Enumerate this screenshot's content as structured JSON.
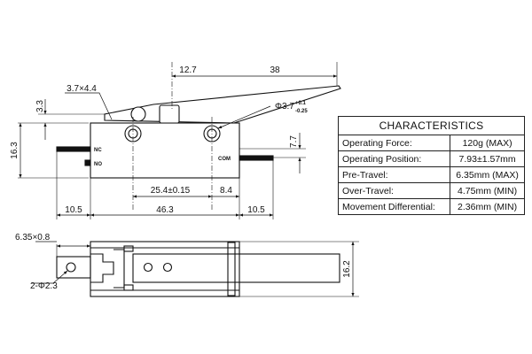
{
  "side_view": {
    "dims": {
      "lever_pivot_offset": "12.7",
      "lever_length": "38",
      "pin_hole": "3.7×4.4",
      "lever_height": "3.3",
      "body_height": "16.3",
      "mount_hole_dia": "Φ3.7",
      "mount_hole_tol_plus": "+0.1",
      "mount_hole_tol_minus": "-0.25",
      "com_offset": "7.7",
      "hole_spacing": "25.4±0.15",
      "hole_edge": "8.4",
      "terminal_left": "10.5",
      "body_length": "46.3",
      "terminal_right": "10.5"
    },
    "labels": {
      "nc": "NC",
      "no": "NO",
      "com": "COM"
    }
  },
  "top_view": {
    "dims": {
      "terminal_size": "6.35×0.8",
      "terminal_holes": "2-Φ2.3",
      "width": "16.2"
    }
  },
  "characteristics": {
    "title": "CHARACTERISTICS",
    "rows": [
      {
        "label": "Operating Force:",
        "value": "120g (MAX)"
      },
      {
        "label": "Operating Position:",
        "value": "7.93±1.57mm"
      },
      {
        "label": "Pre-Travel:",
        "value": "6.35mm (MAX)"
      },
      {
        "label": "Over-Travel:",
        "value": "4.75mm (MIN)"
      },
      {
        "label": "Movement Differential:",
        "value": "2.36mm (MIN)"
      }
    ]
  }
}
